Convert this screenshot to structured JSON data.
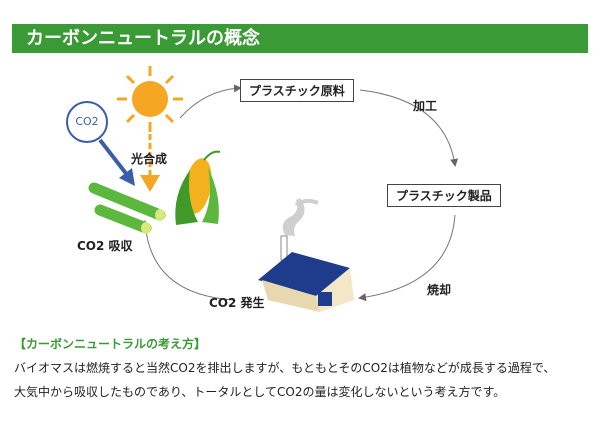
{
  "title": "カーボンニュートラルの概念",
  "diagram": {
    "co2_bubble": "CO2",
    "photosynthesis": "光合成",
    "plastic_raw": "プラスチック原料",
    "processing": "加工",
    "plastic_product": "プラスチック製品",
    "incineration": "焼却",
    "co2_emission": "CO2 発生",
    "co2_absorption": "CO2 吸収"
  },
  "concept": {
    "heading": "【カーボンニュートラルの考え方】",
    "line1": "バイオマスは燃焼すると当然CO2を排出しますが、もともとそのCO2は植物などが成長する過程で、",
    "line2": "大気中から吸収したものであり、トータルとしてCO2の量は変化しないという考え方です。"
  },
  "colors": {
    "title_bg": "#3a9a35",
    "co2_blue": "#3a5ea8",
    "sun": "#f5a623",
    "leaf": "#5cb83c",
    "roof": "#1f3c8c"
  }
}
